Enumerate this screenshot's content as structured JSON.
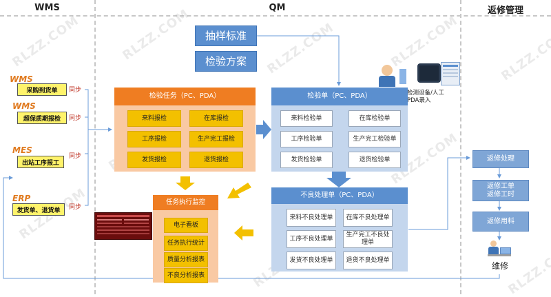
{
  "lanes": {
    "wms": "WMS",
    "qm": "QM",
    "repair": "返修管理"
  },
  "watermark": "RLZZ.COM",
  "buttons": {
    "sampling": "抽样标准",
    "plan": "检验方案"
  },
  "device_label": "检测设备/人工\nPDA录入",
  "task_panel": {
    "title": "检验任务（PC、PDA）",
    "items": [
      "来料报检",
      "在库报检",
      "工序报检",
      "生产完工报检",
      "发货报检",
      "退货报检"
    ]
  },
  "inspection_panel": {
    "title": "检验单（PC、PDA）",
    "items": [
      "来料检验单",
      "在库检验单",
      "工序检验单",
      "生产完工检验单",
      "发货检验单",
      "退货检验单"
    ]
  },
  "defect_panel": {
    "title": "不良处理单（PC、PDA）",
    "items": [
      "来料不良处理单",
      "在库不良处理单",
      "工序不良处理单",
      "生产完工不良处理单",
      "发货不良处理单",
      "退货不良处理单"
    ]
  },
  "monitor_panel": {
    "title": "任务执行监控",
    "items": [
      "电子看板",
      "任务执行统计",
      "质量分析报表",
      "不良分析报表"
    ]
  },
  "sources": [
    {
      "system": "WMS",
      "doc": "采购到货单",
      "sync": "同步"
    },
    {
      "system": "WMS",
      "doc": "超保质期报检",
      "sync": "同步"
    },
    {
      "system": "MES",
      "doc": "出站工序报工",
      "sync": "同步"
    },
    {
      "system": "ERP",
      "doc": "发货单、退货单",
      "sync": "同步"
    }
  ],
  "repair": [
    "返修处理",
    "返修工单\n返修工时",
    "返修用料"
  ],
  "repair_label": "维修",
  "colors": {
    "orange": "#ef7d22",
    "peach": "#f9c9a3",
    "blue": "#5b8fcf",
    "lightblue": "#c4d6ed",
    "yellow": "#f3c000"
  }
}
